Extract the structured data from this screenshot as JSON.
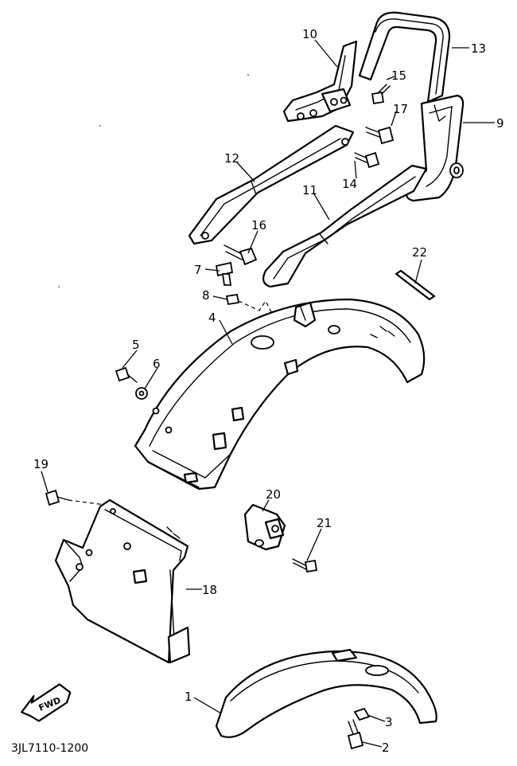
{
  "diagram": {
    "code": "3JL7110-1200",
    "fwd_label": "FWD",
    "callouts": {
      "c1": "1",
      "c2": "2",
      "c3": "3",
      "c4": "4",
      "c5": "5",
      "c6": "6",
      "c7": "7",
      "c8": "8",
      "c9": "9",
      "c10": "10",
      "c11": "11",
      "c12": "12",
      "c13": "13",
      "c14": "14",
      "c15": "15",
      "c16": "16",
      "c17": "17",
      "c18": "18",
      "c19": "19",
      "c20": "20",
      "c21": "21",
      "c22": "22"
    }
  }
}
